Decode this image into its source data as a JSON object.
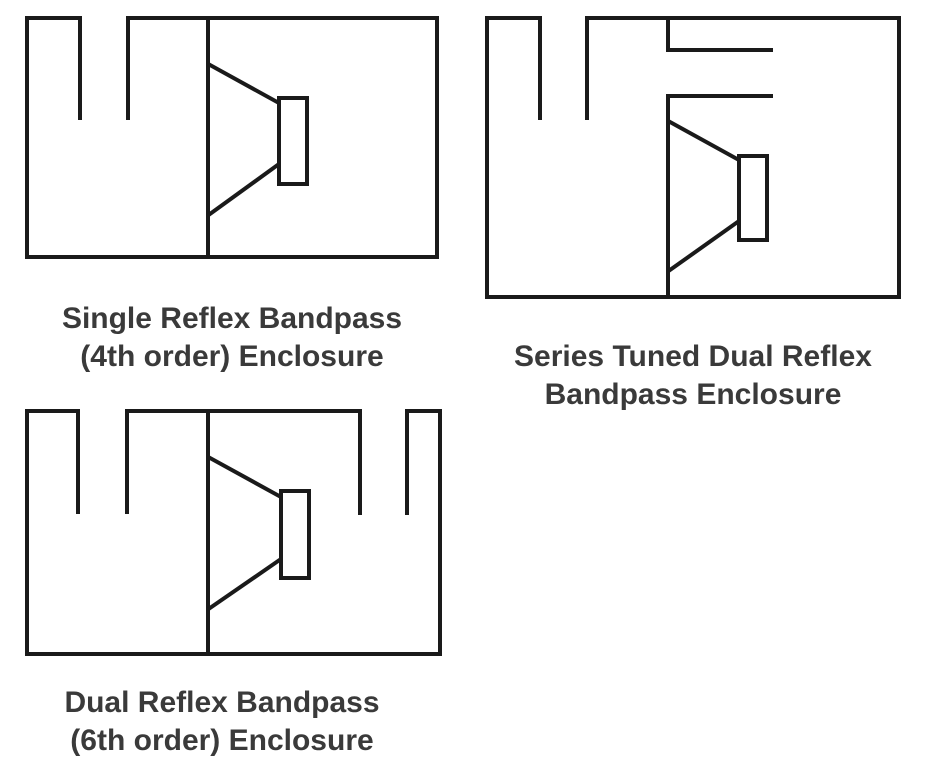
{
  "diagrams": [
    {
      "caption_line1": "Single Reflex Bandpass",
      "caption_line2": "(4th order) Enclosure"
    },
    {
      "caption_line1": "Series Tuned Dual Reflex",
      "caption_line2": "Bandpass Enclosure"
    },
    {
      "caption_line1": "Dual Reflex Bandpass",
      "caption_line2": "(6th order) Enclosure"
    }
  ],
  "colors": {
    "line": "#1a1a1a",
    "text": "#3a3a3a",
    "background": "#ffffff"
  }
}
